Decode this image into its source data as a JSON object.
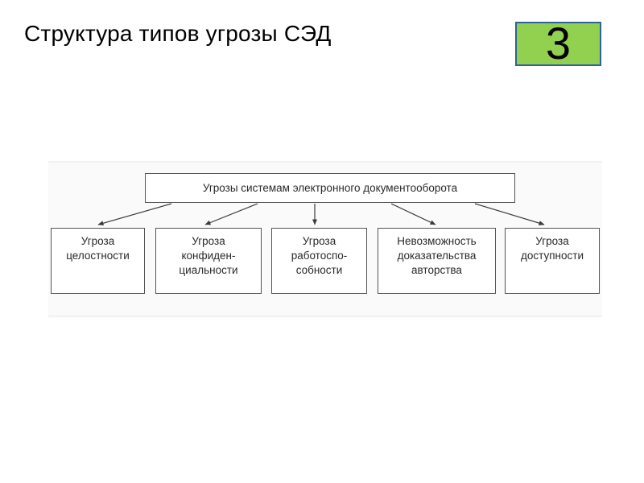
{
  "slide": {
    "title": "Структура типов угрозы СЭД",
    "page_number": "3",
    "colors": {
      "page_number_fill": "#92d050",
      "page_number_border": "#2f6496",
      "diagram_background": "#fafafa",
      "box_border": "#545454",
      "box_fill": "#ffffff",
      "text": "#2a2a2a",
      "arrow": "#3a3a3a"
    }
  },
  "diagram": {
    "root_label": "Угрозы системам электронного документооборота",
    "children": [
      {
        "id": "integrity",
        "label": "Угроза\nцелостности"
      },
      {
        "id": "confidentiality",
        "label": "Угроза\nконфиден-\nциальности"
      },
      {
        "id": "operability",
        "label": "Угроза\nработоспо-\nсобности"
      },
      {
        "id": "authorship",
        "label": "Невозможность\nдоказательства\nавторства"
      },
      {
        "id": "availability",
        "label": "Угроза\nдоступности"
      }
    ]
  }
}
